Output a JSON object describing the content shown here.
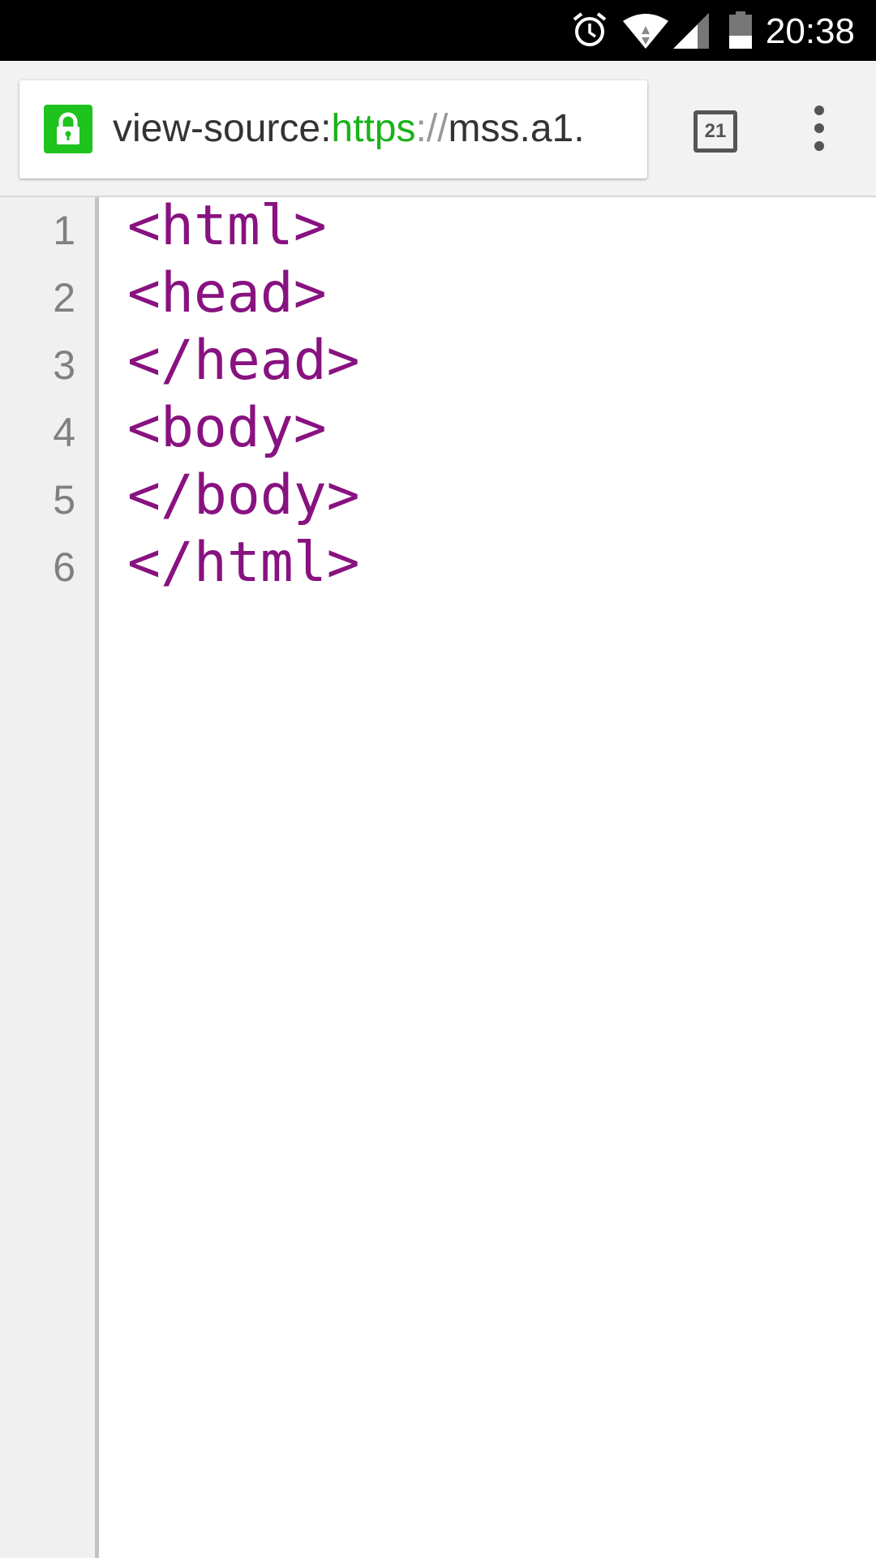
{
  "status_bar": {
    "time": "20:38",
    "icons": [
      "alarm-icon",
      "wifi-icon",
      "signal-icon",
      "battery-icon"
    ]
  },
  "toolbar": {
    "url_prefix": "view-source:",
    "url_scheme": "https",
    "url_separator": "://",
    "url_host": "mss.a1.",
    "tab_count": "21",
    "lock_color": "#1ec31e"
  },
  "source": {
    "line_numbers": [
      "1",
      "2",
      "3",
      "4",
      "5",
      "6"
    ],
    "lines": [
      "<html>",
      "<head>",
      "</head>",
      "<body>",
      "</body>",
      "</html>"
    ],
    "tag_color": "#881280"
  }
}
